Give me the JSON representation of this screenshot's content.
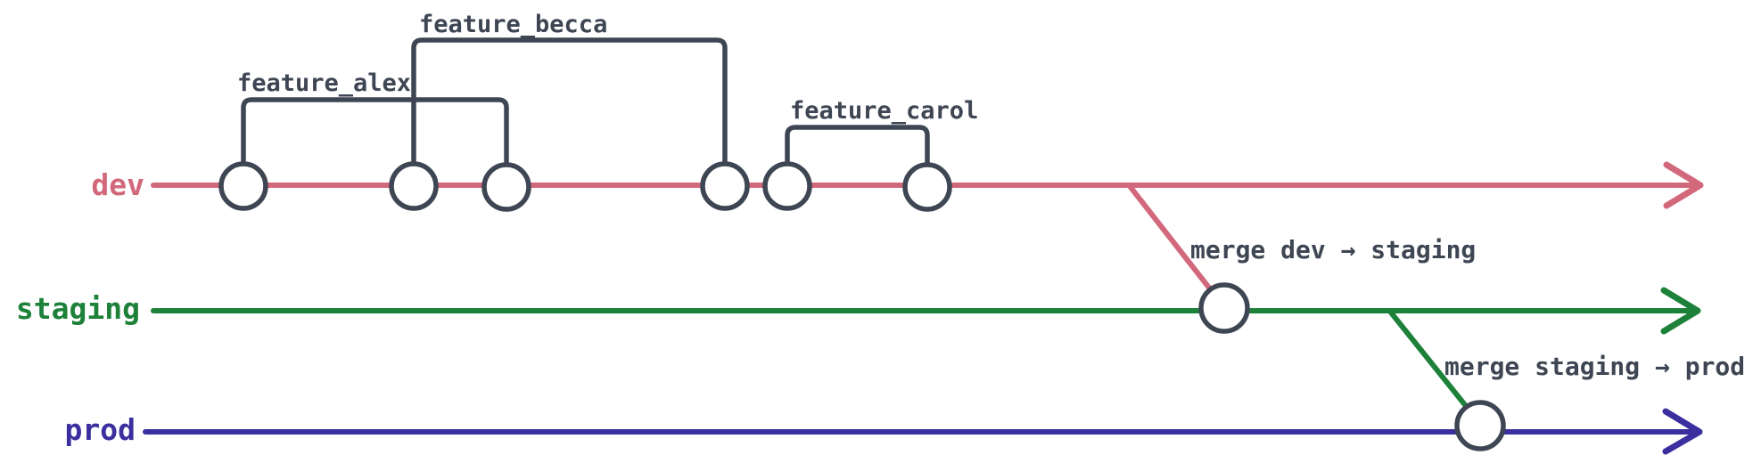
{
  "colors": {
    "dev": "#d2687b",
    "staging": "#1d8139",
    "prod": "#3b2e9e",
    "ink": "#3e4653",
    "commit_fill": "#ffffff",
    "background": "#ffffff"
  },
  "branches": [
    {
      "name": "dev",
      "commit_count": 6
    },
    {
      "name": "staging",
      "commit_count": 1
    },
    {
      "name": "prod",
      "commit_count": 1
    }
  ],
  "features": [
    {
      "label": "feature_alex",
      "branch": "dev",
      "span_commits": [
        1,
        3
      ]
    },
    {
      "label": "feature_becca",
      "branch": "dev",
      "span_commits": [
        2,
        4
      ]
    },
    {
      "label": "feature_carol",
      "branch": "dev",
      "span_commits": [
        5,
        6
      ]
    }
  ],
  "merges": [
    {
      "label": "merge dev → staging",
      "from": "dev",
      "to": "staging"
    },
    {
      "label": "merge staging → prod",
      "from": "staging",
      "to": "prod"
    }
  ]
}
